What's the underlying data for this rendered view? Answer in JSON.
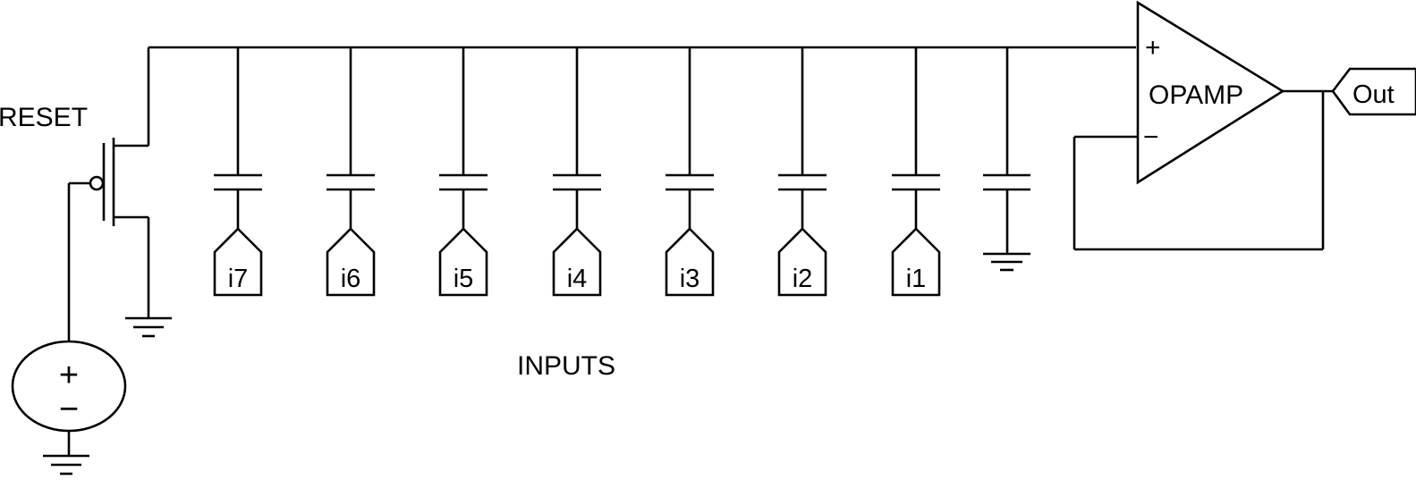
{
  "reset_label": "RESET",
  "inputs_label": "INPUTS",
  "opamp": {
    "label": "OPAMP",
    "plus": "+",
    "minus": "−"
  },
  "output_port": "Out",
  "source": {
    "plus": "+",
    "minus": "−"
  },
  "input_ports": [
    "i7",
    "i6",
    "i5",
    "i4",
    "i3",
    "i2",
    "i1"
  ]
}
